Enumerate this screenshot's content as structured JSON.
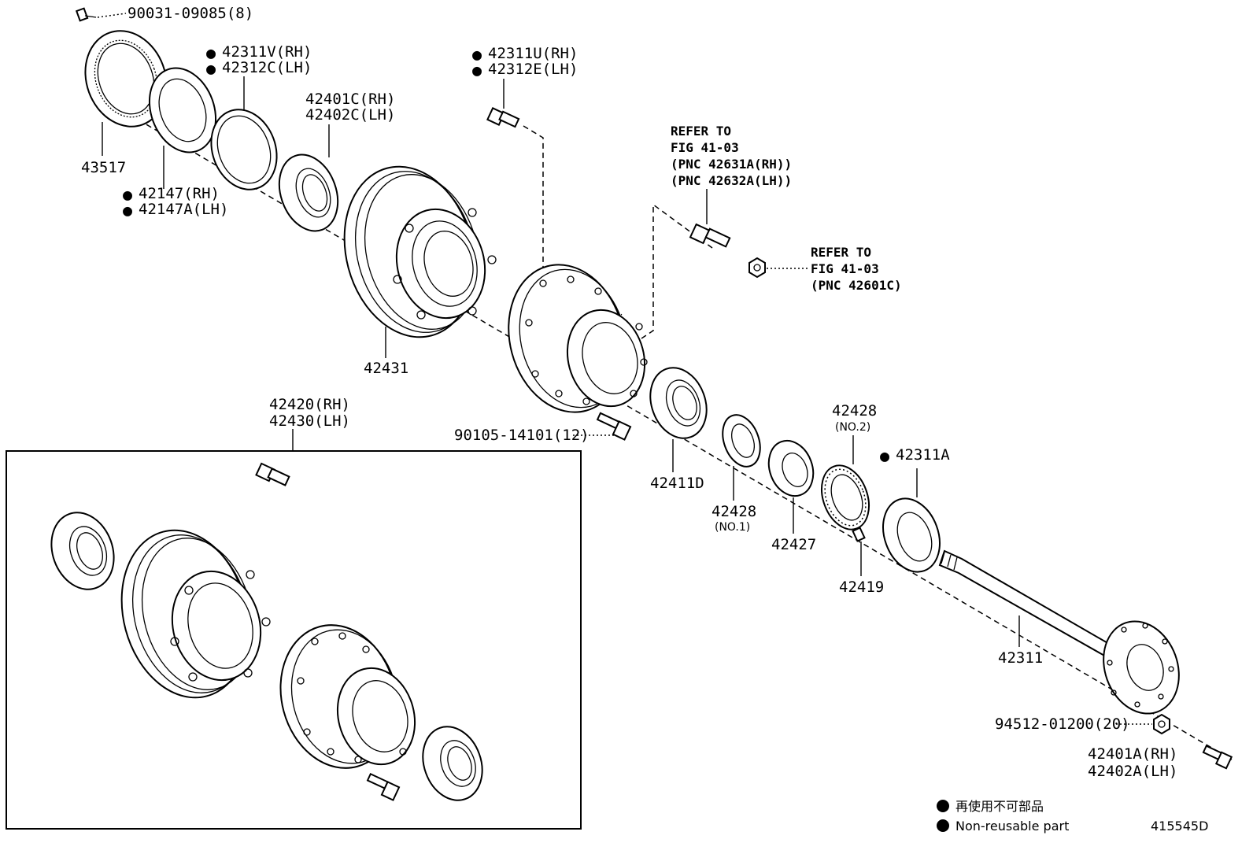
{
  "labels": {
    "bolt_top": "90031-09085(8)",
    "rotor_43517": "43517",
    "seal_rh": "42311V(RH)",
    "seal_lh": "42312C(LH)",
    "seal2_rh": "42147(RH)",
    "seal2_lh": "42147A(LH)",
    "bearing_rh": "42401C(RH)",
    "bearing_lh": "42402C(LH)",
    "drum": "42431",
    "stud_rh": "42311U(RH)",
    "stud_lh": "42312E(LH)",
    "refer1_l1": "REFER TO",
    "refer1_l2": "FIG 41-03",
    "refer1_l3": "(PNC 42631A(RH))",
    "refer1_l4": "(PNC 42632A(LH))",
    "refer2_l1": "REFER TO",
    "refer2_l2": "FIG 41-03",
    "refer2_l3": "(PNC 42601C)",
    "hub_bolt": "90105-14101(12)",
    "bearing_inner": "42411D",
    "washer_no1": "42428",
    "washer_no1_sub": "(NO.1)",
    "nut": "42427",
    "washer_no2": "42428",
    "washer_no2_sub": "(NO.2)",
    "screw": "42419",
    "gasket": "42311A",
    "axle": "42311",
    "axle_nut": "94512-01200(20)",
    "axle_bolt_rh": "42401A(RH)",
    "axle_bolt_lh": "42402A(LH)",
    "assy_rh": "42420(RH)",
    "assy_lh": "42430(LH)"
  },
  "legend": {
    "jp": "再使用不可部品",
    "en": "Non-reusable part"
  },
  "figure_id": "415545D"
}
